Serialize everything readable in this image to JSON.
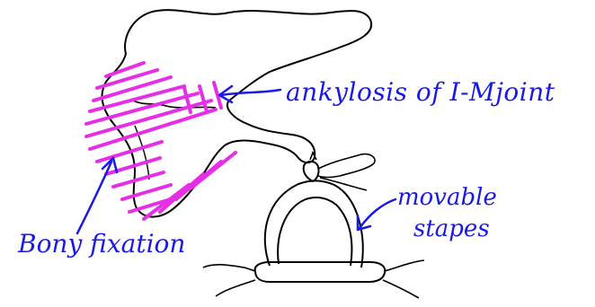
{
  "labels": {
    "ankylosis": "ankylosis of I-Mjoint",
    "bony_fixation": "Bony fixation",
    "movable_line1": "movable",
    "movable_line2": "stapes"
  },
  "colors": {
    "outline": "#000000",
    "annotation": "#1a1ae6",
    "hatching": "#e62ee6",
    "background": "#ffffff"
  }
}
